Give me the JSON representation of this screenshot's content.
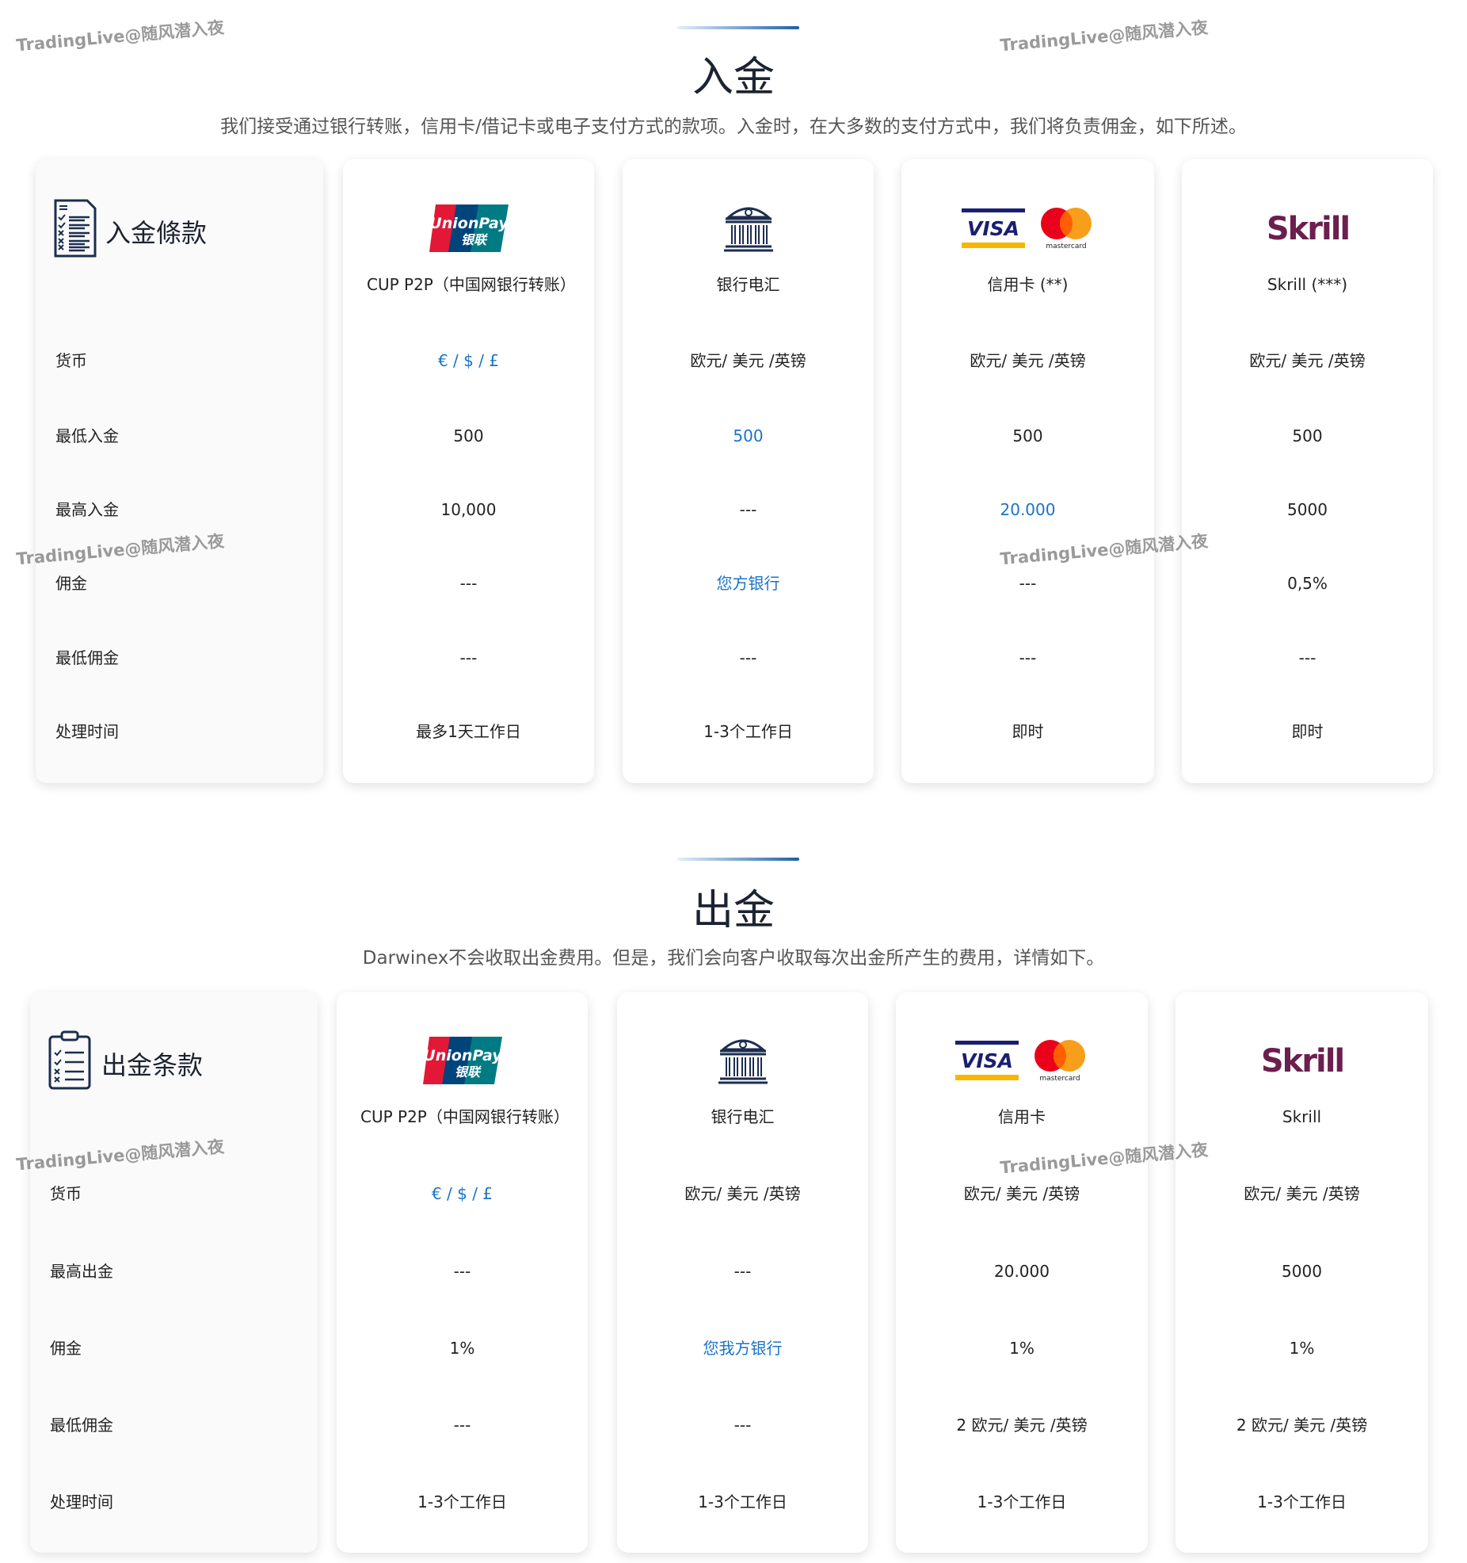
{
  "watermark": "TradingLive@随风潜入夜",
  "colors": {
    "accent": "#1a73c8",
    "text": "#222222",
    "navy": "#1c2d4f"
  },
  "deposit": {
    "title": "入金",
    "subtitle": "我们接受通过银行转账，信用卡/借记卡或电子支付方式的款项。入金时，在大多数的支付方式中，我们将负责佣金，如下所述。",
    "header": "入金條款",
    "header_icon": "checklist-document-icon",
    "row_labels": [
      "货币",
      "最低入金",
      "最高入金",
      "佣金",
      "最低佣金",
      "处理时间"
    ],
    "methods": [
      {
        "name": "CUP P2P（中国网银行转账）",
        "logo": "unionpay-logo",
        "values": [
          "€ / $ / £",
          "500",
          "10,000",
          "---",
          "---",
          "最多1天工作日"
        ],
        "highlight": [
          0
        ]
      },
      {
        "name": "银行电汇",
        "logo": "bank-icon",
        "values": [
          "欧元/ 美元 /英镑",
          "500",
          "---",
          "您方银行",
          "---",
          "1-3个工作日"
        ],
        "highlight": [
          1,
          3
        ]
      },
      {
        "name": "信用卡 (**)",
        "logo": "visa-mastercard-logo",
        "values": [
          "欧元/ 美元 /英镑",
          "500",
          "20.000",
          "---",
          "---",
          "即时"
        ],
        "highlight": [
          2
        ]
      },
      {
        "name": "Skrill (***)",
        "logo": "skrill-logo",
        "values": [
          "欧元/ 美元 /英镑",
          "500",
          "5000",
          "0,5%",
          "---",
          "即时"
        ],
        "highlight": []
      }
    ]
  },
  "withdrawal": {
    "title": "出金",
    "subtitle": "Darwinex不会收取出金费用。但是，我们会向客户收取每次出金所产生的费用，详情如下。",
    "header": "出金条款",
    "header_icon": "clipboard-checklist-icon",
    "row_labels": [
      "货币",
      "最高出金",
      "佣金",
      "最低佣金",
      "处理时间"
    ],
    "methods": [
      {
        "name": "CUP P2P（中国网银行转账）",
        "logo": "unionpay-logo",
        "values": [
          "€ / $ / £",
          "---",
          "1%",
          "---",
          "1-3个工作日"
        ],
        "highlight": [
          0
        ]
      },
      {
        "name": "银行电汇",
        "logo": "bank-icon",
        "values": [
          "欧元/ 美元 /英镑",
          "---",
          "您我方银行",
          "---",
          "1-3个工作日"
        ],
        "highlight": [
          2
        ]
      },
      {
        "name": "信用卡",
        "logo": "visa-mastercard-logo",
        "values": [
          "欧元/ 美元 /英镑",
          "20.000",
          "1%",
          "2 欧元/ 美元 /英镑",
          "1-3个工作日"
        ],
        "highlight": []
      },
      {
        "name": "Skrill",
        "logo": "skrill-logo",
        "values": [
          "欧元/ 美元 /英镑",
          "5000",
          "1%",
          "2 欧元/ 美元 /英镑",
          "1-3个工作日"
        ],
        "highlight": []
      }
    ]
  },
  "logos": {
    "unionpay": [
      "UnionPay",
      "银联"
    ],
    "visa": "VISA",
    "mastercard": "mastercard",
    "skrill": "Skrill"
  }
}
